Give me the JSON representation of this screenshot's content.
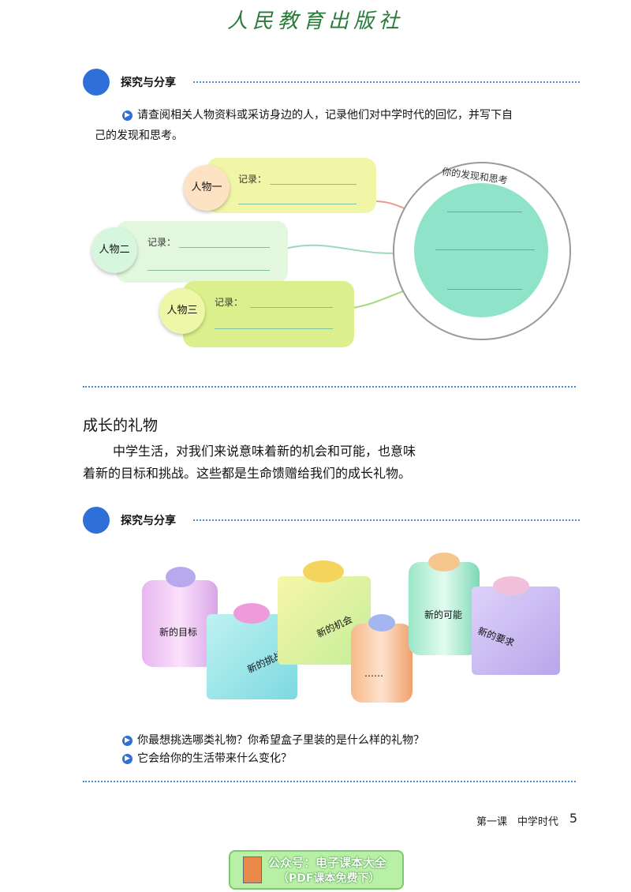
{
  "header": {
    "publisher": "人民教育出版社"
  },
  "section1": {
    "title": "探究与分享",
    "instruction_line1": "请查阅相关人物资料或采访身边的人，记录他们对中学时代的回忆，并写下自",
    "instruction_line2": "己的发现和思考。",
    "persons": [
      {
        "name": "人物一",
        "record_label": "记录："
      },
      {
        "name": "人物二",
        "record_label": "记录："
      },
      {
        "name": "人物三",
        "record_label": "记录："
      }
    ],
    "reflection_label": "你的发现和思考"
  },
  "growth": {
    "heading": "成长的礼物",
    "para_line1": "中学生活，对我们来说意味着新的机会和可能，也意味",
    "para_line2": "着新的目标和挑战。这些都是生命馈赠给我们的成长礼物。"
  },
  "section2": {
    "title": "探究与分享",
    "gifts": [
      "新的目标",
      "新的挑战",
      "新的机会",
      "……",
      "新的可能",
      "新的要求"
    ],
    "question1": "你最想挑选哪类礼物？你希望盒子里装的是什么样的礼物？",
    "question2": "它会给你的生活带来什么变化？"
  },
  "footer": {
    "chapter": "第一课　中学时代",
    "page": "5",
    "banner_line1": "公众号：电子课本大全",
    "banner_line2": "（PDF课本免费下）"
  },
  "colors": {
    "accent_blue": "#2e6fd8",
    "logo_green": "#2a7a3a"
  }
}
